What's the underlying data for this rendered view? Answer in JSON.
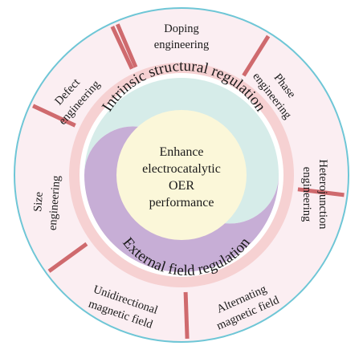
{
  "center": {
    "lines": [
      "Enhance",
      "electrocatalytic",
      "OER",
      "performance"
    ]
  },
  "inner_arcs": {
    "top": "Intrinsic structural regulation",
    "bottom": "External field regulation"
  },
  "outer_segments": [
    {
      "id": "doping",
      "lines": [
        "Doping",
        "engineering"
      ]
    },
    {
      "id": "phase",
      "lines": [
        "Phase",
        "engineering"
      ]
    },
    {
      "id": "heterojunction",
      "lines": [
        "Heterojunction",
        "engineering"
      ]
    },
    {
      "id": "alternating",
      "lines": [
        "Alternating",
        "magnetic field"
      ]
    },
    {
      "id": "unidirectional",
      "lines": [
        "Unidirectional",
        "magnetic field"
      ]
    },
    {
      "id": "size",
      "lines": [
        "Size",
        "engineering"
      ]
    },
    {
      "id": "defect",
      "lines": [
        "Defect",
        "engineering"
      ]
    }
  ],
  "colors": {
    "outer_ring_fill": "#fbeef2",
    "outer_ring_stroke": "#6ec6d6",
    "separator": "#cf6a6e",
    "pink_band": "#f6d1d2",
    "top_half": "#d6ece9",
    "bottom_half": "#c7aed6",
    "center_fill": "#fbf7d9"
  }
}
